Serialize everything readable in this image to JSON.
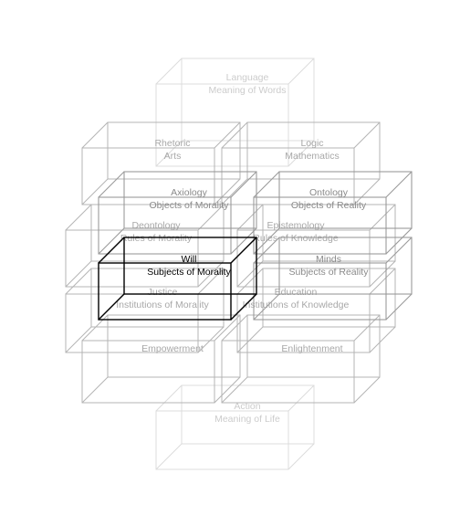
{
  "diagram": {
    "boxes": [
      {
        "id": "language",
        "lines": [
          "Language",
          "Meaning of Words"
        ],
        "tone": "faint"
      },
      {
        "id": "rhetoric",
        "lines": [
          "Rhetoric",
          "Arts"
        ],
        "tone": "light"
      },
      {
        "id": "logic",
        "lines": [
          "Logic",
          "Mathematics"
        ],
        "tone": "light"
      },
      {
        "id": "axiology",
        "lines": [
          "Axiology",
          "Objects of Morality"
        ],
        "tone": "mid"
      },
      {
        "id": "ontology",
        "lines": [
          "Ontology",
          "Objects of Reality"
        ],
        "tone": "mid"
      },
      {
        "id": "deontology",
        "lines": [
          "Deontology",
          "Rules of Morality"
        ],
        "tone": "light"
      },
      {
        "id": "epistemology",
        "lines": [
          "Epistemology",
          "Rules of Knowledge"
        ],
        "tone": "light"
      },
      {
        "id": "will",
        "lines": [
          "Will",
          "Subjects of Morality"
        ],
        "tone": "focus"
      },
      {
        "id": "minds",
        "lines": [
          "Minds",
          "Subjects of Reality"
        ],
        "tone": "mid"
      },
      {
        "id": "justice",
        "lines": [
          "Justice",
          "Institutions of Morality"
        ],
        "tone": "light"
      },
      {
        "id": "education",
        "lines": [
          "Education",
          "Institutions of Knowledge"
        ],
        "tone": "light"
      },
      {
        "id": "empowerment",
        "lines": [
          "Empowerment"
        ],
        "tone": "light"
      },
      {
        "id": "enlightenment",
        "lines": [
          "Enlightenment"
        ],
        "tone": "light"
      },
      {
        "id": "action",
        "lines": [
          "Action",
          "Meaning of Life"
        ],
        "tone": "faint"
      }
    ],
    "colors": {
      "faint_edge": "#dcdcdc",
      "faint_text": "#cccccc",
      "light_edge": "#b4b4b4",
      "light_text": "#a8a8a8",
      "mid_edge": "#9a9a9a",
      "mid_text": "#8a8a8a",
      "focus_edge": "#000000",
      "focus_text": "#000000"
    }
  }
}
